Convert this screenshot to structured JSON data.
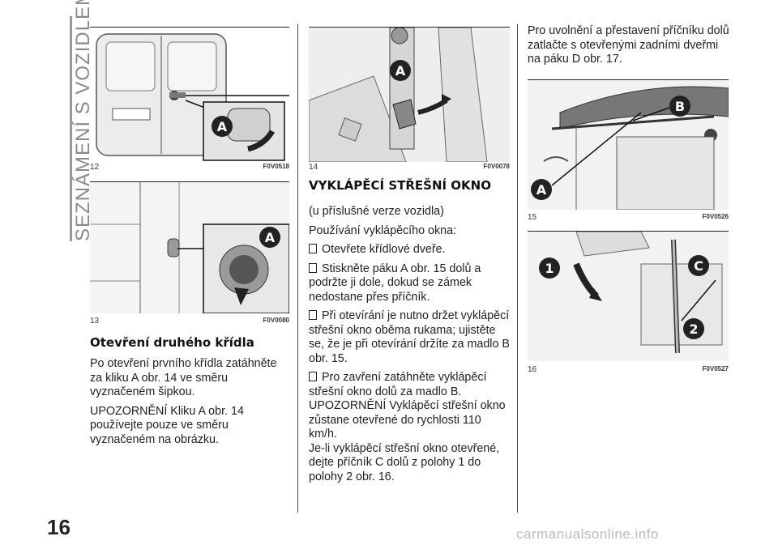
{
  "side_tab": "SEZNÁMENÍ S VOZIDLEM",
  "page_number": "16",
  "figures": [
    {
      "number": "12",
      "code": "F0V0518",
      "callout": "A"
    },
    {
      "number": "13",
      "code": "F0V0080",
      "callout": "A"
    },
    {
      "number": "14",
      "code": "F0V0078",
      "callout": "A"
    },
    {
      "number": "15",
      "code": "F0V0526",
      "callouts": [
        "A",
        "B"
      ]
    },
    {
      "number": "16",
      "code": "F0V0527",
      "callouts": [
        "1",
        "C",
        "2"
      ]
    }
  ],
  "col1": {
    "title": "Otevření druhého křídla",
    "para1": "Po otevření prvního křídla zatáhněte za kliku A obr. 14 ve směru vyznačeném šipkou.",
    "para2": "UPOZORNĚNÍ Kliku A obr. 14 používejte pouze ve směru vyznačeném na obrázku."
  },
  "col2": {
    "title": "VYKLÁPĚCÍ STŘEŠNÍ OKNO",
    "subtitle": "(u příslušné verze vozidla)",
    "intro": "Používání vyklápěcího okna:",
    "bullets": [
      "Otevřete křídlové dveře.",
      "Stiskněte páku A obr. 15 dolů a podržte ji dole, dokud se zámek nedostane přes příčník.",
      "Při otevírání je nutno držet vyklápěcí střešní okno oběma rukama; ujistěte se, že je při otevírání držíte za madlo B obr. 15.",
      "Pro zavření zatáhněte vyklápěcí střešní okno dolů za madlo B."
    ],
    "warning": "UPOZORNĚNÍ Vyklápěcí střešní okno zůstane otevřené do rychlosti 110 km/h.",
    "last": "Je-li vyklápěcí střešní okno otevřené, dejte příčník C dolů z polohy 1 do polohy 2 obr. 16."
  },
  "col3": {
    "para": "Pro uvolnění a přestavení příčníku dolů zatlačte s otevřenými zadními dveřmi na páku D obr. 17."
  },
  "footer": "carmanualsonline.info"
}
